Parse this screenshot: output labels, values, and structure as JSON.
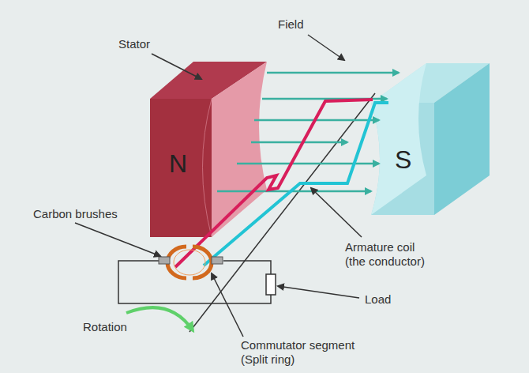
{
  "diagram": {
    "labels": [
      "Field",
      "Stator",
      "N",
      "S",
      "Carbon brushes",
      "Armature coil (the conductor)",
      "Load",
      "Rotation",
      "Commutator segment (Split ring)"
    ]
  }
}
